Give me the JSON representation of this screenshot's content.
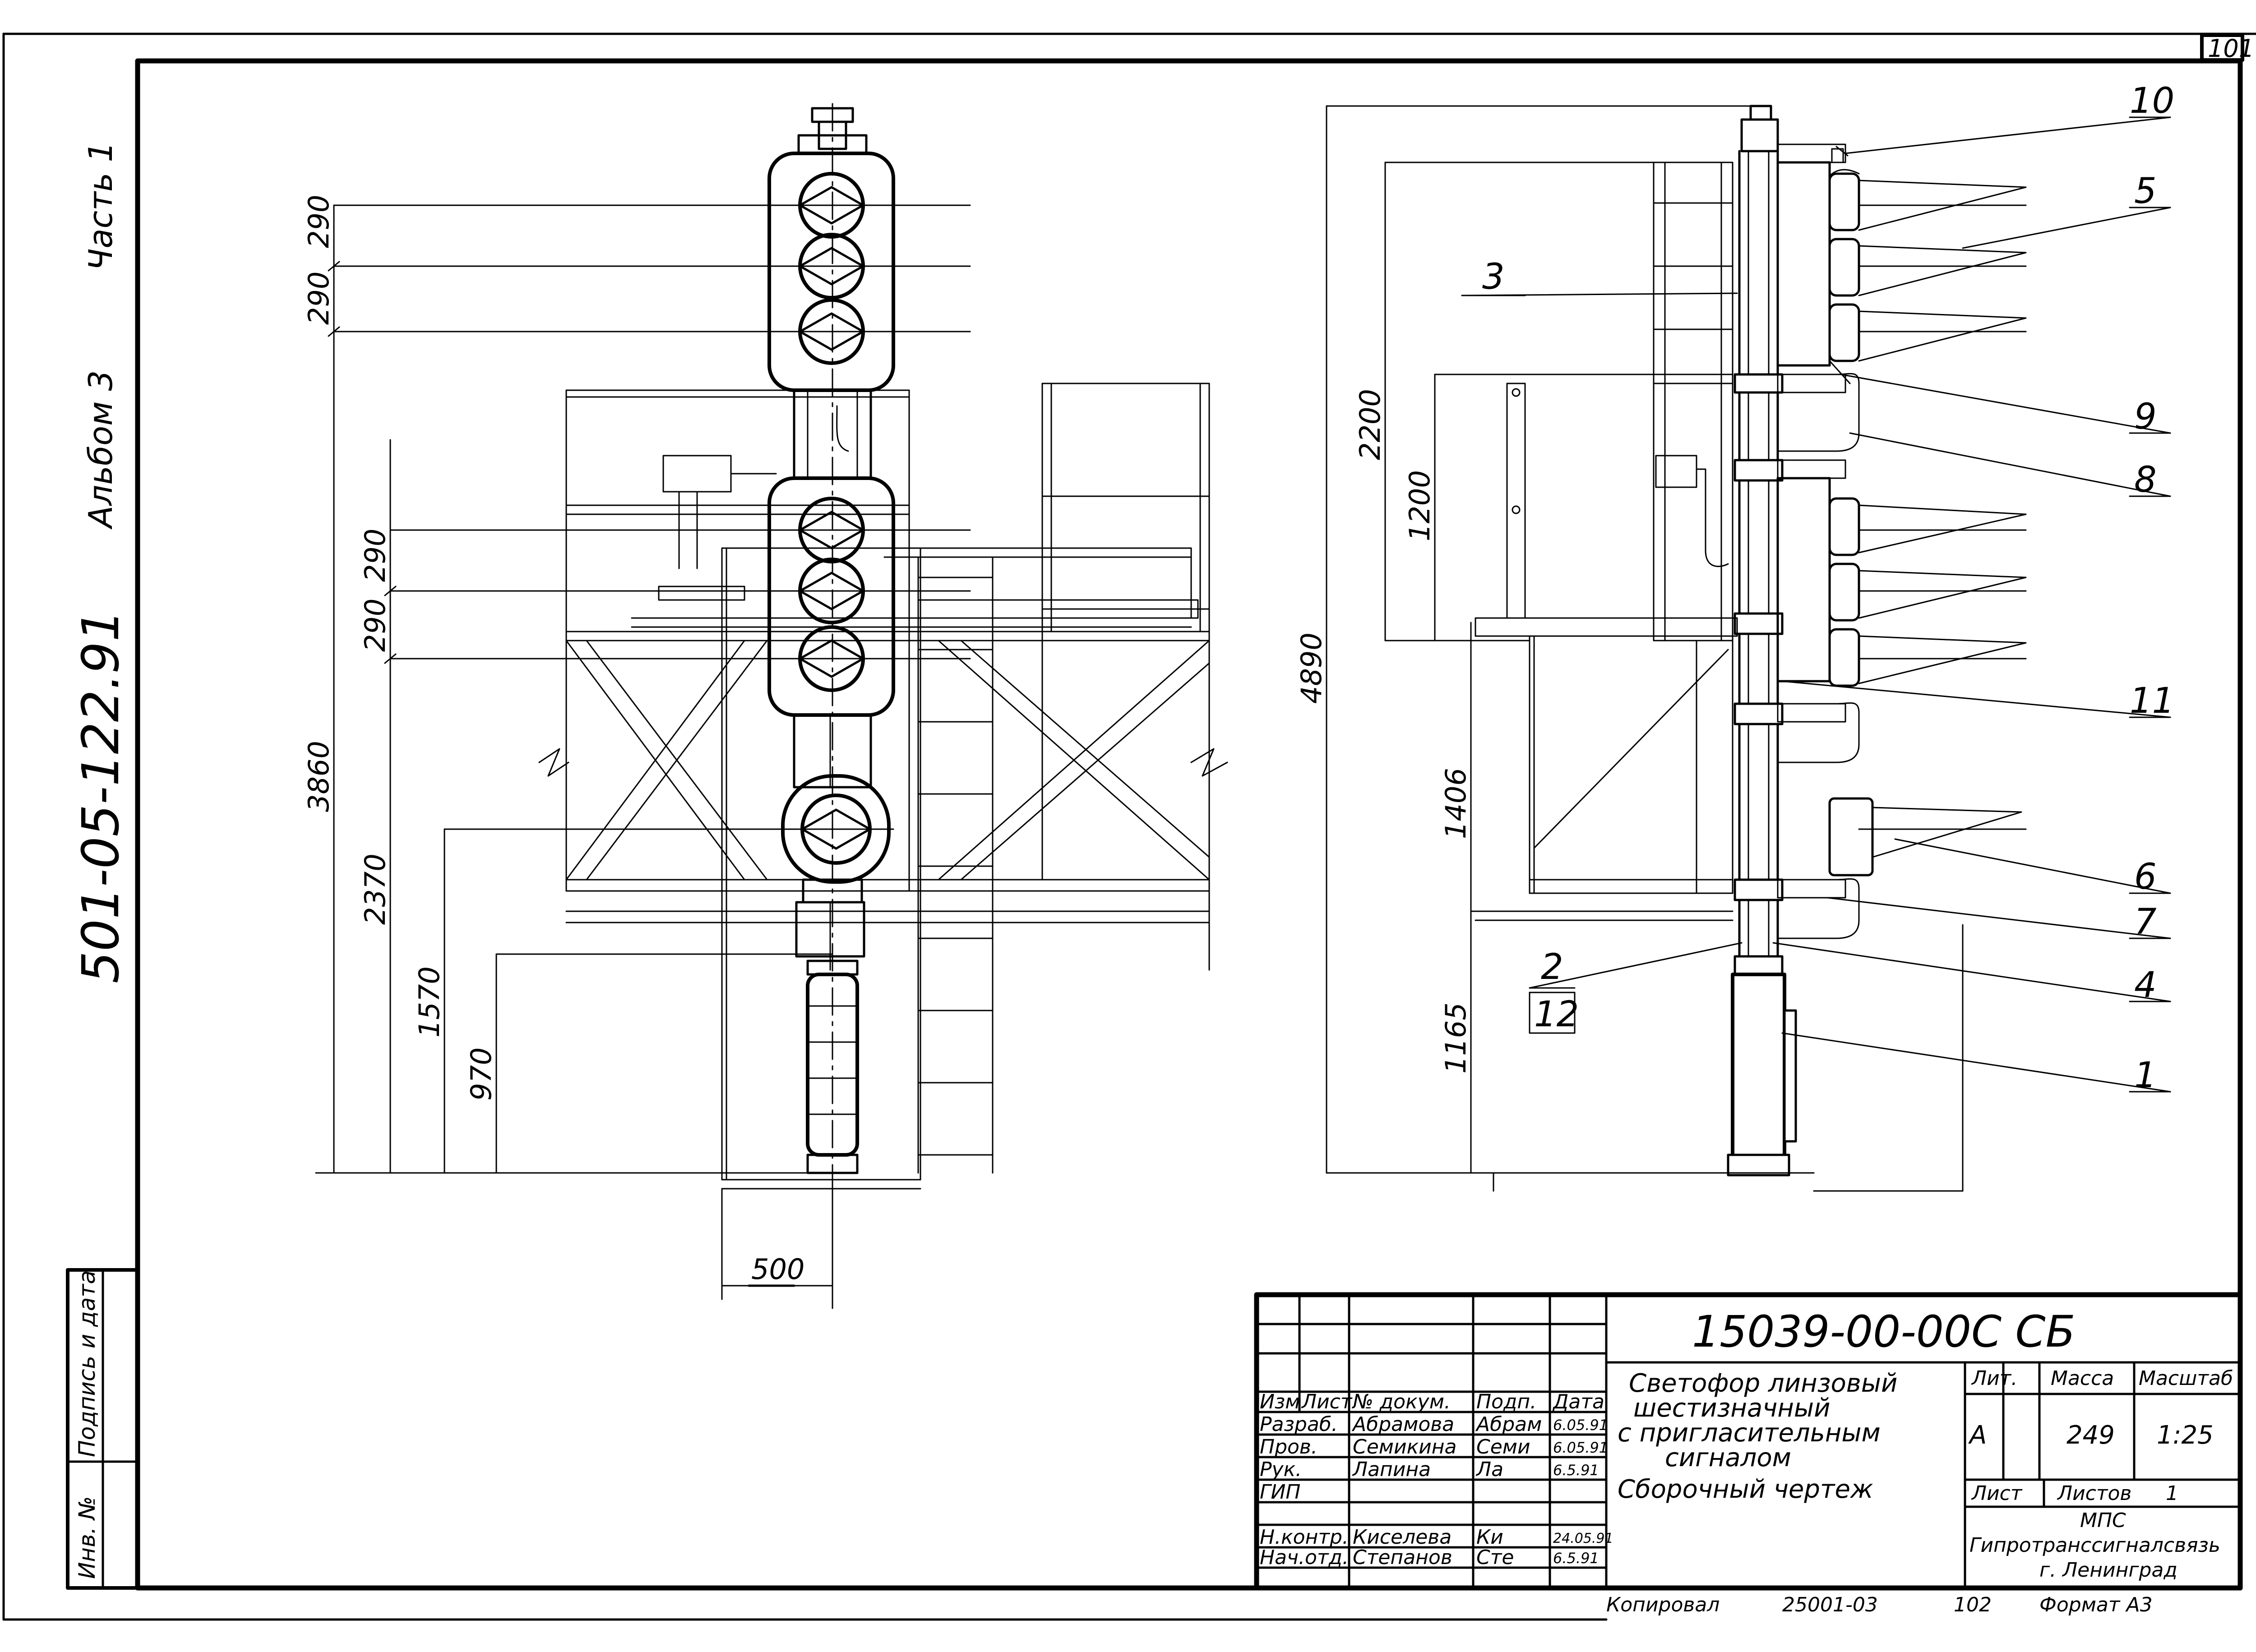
{
  "sheet": {
    "page_number": "101",
    "side_text": {
      "part": "Часть 1",
      "album": "Альбом 3",
      "project": "501-05-122.91"
    },
    "left_stamp": {
      "signature_date": "Подпись и дата",
      "inventory_no": "Инв. №"
    }
  },
  "front_view": {
    "dimensions": {
      "d_290_a": "290",
      "d_290_b": "290",
      "d_290_c": "290",
      "d_290_d": "290",
      "d_3860": "3860",
      "d_2370": "2370",
      "d_1570": "1570",
      "d_970": "970",
      "d_500": "500"
    }
  },
  "side_view": {
    "dimensions": {
      "d_4890": "4890",
      "d_2200": "2200",
      "d_1200": "1200",
      "d_1406": "1406",
      "d_1165": "1165"
    },
    "callouts": {
      "c1": "1",
      "c2": "2",
      "c3": "3",
      "c4": "4",
      "c5": "5",
      "c6": "6",
      "c7": "7",
      "c8": "8",
      "c9": "9",
      "c10": "10",
      "c11": "11",
      "c12": "12"
    }
  },
  "title_block": {
    "designation": "15039-00-00С СБ",
    "title_line1": "Светофор линзовый",
    "title_line2": "шестизначный",
    "title_line3": "с пригласительным",
    "title_line4": "сигналом",
    "doc_type": "Сборочный чертеж",
    "headers": {
      "izm": "Изм",
      "list": "Лист",
      "doc_no": "№ докум.",
      "podp": "Подп.",
      "date": "Дата"
    },
    "rows": [
      {
        "role": "Разраб.",
        "name": "Абрамова",
        "sign": "Абрам",
        "date": "6.05.91"
      },
      {
        "role": "Пров.",
        "name": "Семикина",
        "sign": "Семи",
        "date": "6.05.91"
      },
      {
        "role": "Рук.",
        "name": "Лапина",
        "sign": "Ла",
        "date": "6.5.91"
      },
      {
        "role": "ГИП",
        "name": "",
        "sign": "",
        "date": ""
      },
      {
        "role": "Н.контр.",
        "name": "Киселева",
        "sign": "Ки",
        "date": "24.05.91"
      },
      {
        "role": "Нач.отд.",
        "name": "Степанов",
        "sign": "Сте",
        "date": "6.5.91"
      }
    ],
    "lit_label": "Лит.",
    "mass_label": "Масса",
    "scale_label": "Масштаб",
    "lit_value": "А",
    "mass_value": "249",
    "scale_value": "1:25",
    "sheet_label": "Лист",
    "sheets_label": "Листов",
    "sheets_value": "1",
    "org_line1": "МПС",
    "org_line2": "Гипротрансcигналсвязь",
    "org_line3": "г. Ленинград",
    "footer_copied": "Копировал",
    "footer_code": "25001-03",
    "footer_page": "102",
    "footer_format": "Формат А3"
  }
}
